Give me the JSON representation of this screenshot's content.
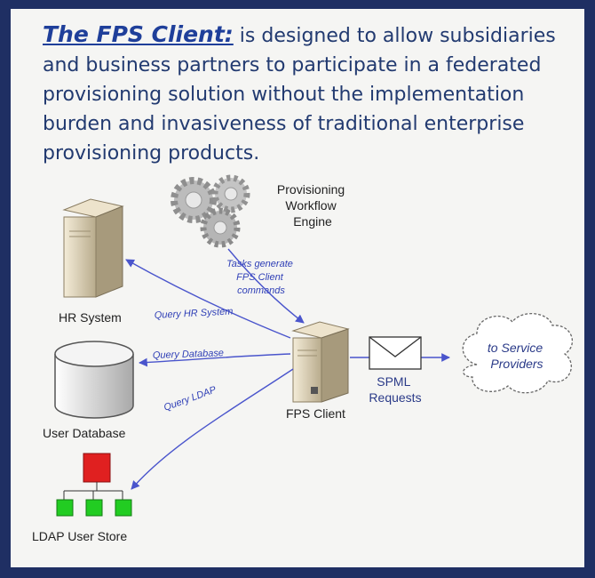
{
  "intro": {
    "term": "The FPS Client:",
    "text": " is designed to allow subsidiaries and business partners to participate in a federated provisioning solution without the implementation burden and invasiveness of traditional enterprise provisioning products."
  },
  "diagram": {
    "workflow_engine": [
      "Provisioning",
      "Workflow",
      "Engine"
    ],
    "tasks_label": [
      "Tasks generate",
      "FPS Client",
      "commands"
    ],
    "hr_system": "HR System",
    "user_database": "User Database",
    "ldap_store": "LDAP User Store",
    "fps_client": "FPS Client",
    "query_hr": "Query HR System",
    "query_db": "Query Database",
    "query_ldap": "Query LDAP",
    "spml": [
      "SPML",
      "Requests"
    ],
    "service_providers": [
      "to Service",
      "Providers"
    ]
  },
  "colors": {
    "frame": "#1f2f63",
    "arrow": "#4a55cc",
    "ldap_root": "#e02020",
    "ldap_leaf": "#22cc22"
  },
  "icons": [
    "gear-icon",
    "server-icon",
    "database-icon",
    "envelope-icon",
    "cloud-icon",
    "tree-icon"
  ]
}
